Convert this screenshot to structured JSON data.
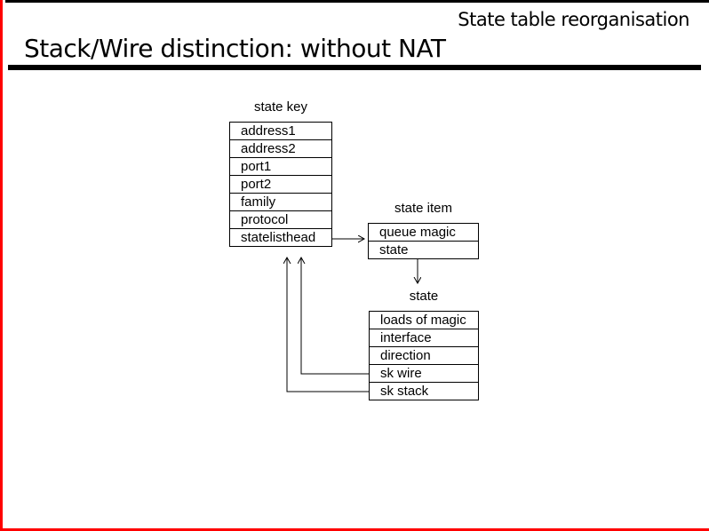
{
  "slide": {
    "header_right": "State table reorganisation",
    "title": "Stack/Wire distinction: without NAT"
  },
  "colors": {
    "accent_bar": "#ff0000",
    "line": "#000000",
    "background": "#ffffff"
  },
  "diagram": {
    "tables": [
      {
        "label": "state key",
        "rows": [
          "address1",
          "address2",
          "port1",
          "port2",
          "family",
          "protocol",
          "statelisthead"
        ]
      },
      {
        "label": "state item",
        "rows": [
          "queue magic",
          "state"
        ]
      },
      {
        "label": "state",
        "rows": [
          "loads of magic",
          "interface",
          "direction",
          "sk wire",
          "sk stack"
        ]
      }
    ],
    "connections": [
      "statelisthead -> state item",
      "state item.state -> state",
      "state.sk wire -> state key",
      "state.sk stack -> state key"
    ]
  }
}
